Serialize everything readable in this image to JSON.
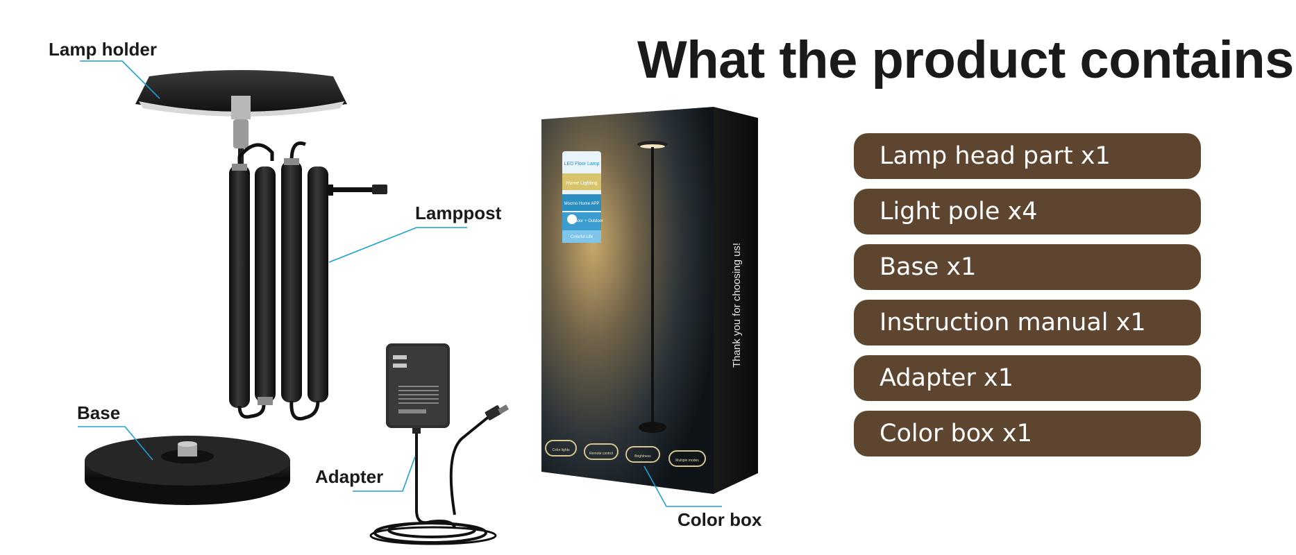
{
  "title": "What the product contains",
  "items": [
    {
      "label": "Lamp head part x1"
    },
    {
      "label": "Light pole x4"
    },
    {
      "label": "Base x1"
    },
    {
      "label": "Instruction manual x1"
    },
    {
      "label": "Adapter x1"
    },
    {
      "label": "Color box x1"
    }
  ],
  "callouts": {
    "lamp_holder": "Lamp holder",
    "lamppost": "Lamppost",
    "base": "Base",
    "adapter": "Adapter",
    "color_box": "Color box"
  },
  "color_box_print": {
    "menu": [
      "LED Floor Lamp",
      "Home Lighting",
      "Mocmo Home APP",
      "Indoor + Outdoor",
      "Colorful Life"
    ],
    "side_text": "Thank you for choosing us!",
    "badges": [
      "Color lights",
      "Remote control",
      "Brightness",
      "Multiple modes"
    ]
  },
  "colors": {
    "item_bg": "#5d4530",
    "item_text": "#ffffff",
    "callout_line": "#1a9fd6",
    "title": "#1a1a1a"
  }
}
